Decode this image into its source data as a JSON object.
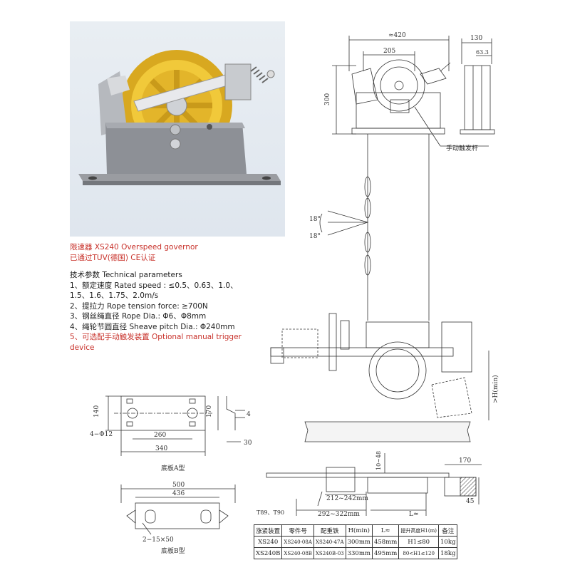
{
  "product": {
    "title_line1": "限速器 XS240 Overspeed governor",
    "title_line2": "已通过TUV(德国) CE认证"
  },
  "specs": {
    "heading": "技术参数  Technical parameters",
    "items": [
      "1、额定速度  Rated speed : ≤0.5、0.63、1.0、",
      "1.5、1.6、1.75、2.0m/s",
      "2、提拉力  Rope tension force: ≥700N",
      "3、钢丝绳直径  Rope Dia.: Φ6、Φ8mm",
      "4、绳轮节圆直径  Sheave pitch Dia.: Φ240mm"
    ],
    "optional_line1": "5、可选配手动触发装置 Optional manual trigger",
    "optional_line2": "device"
  },
  "drawing": {
    "dim_420": "≈420",
    "dim_205": "205",
    "dim_300": "300",
    "dim_130": "130",
    "dim_633": "63.3",
    "manual_trigger": "手动触发杆",
    "angle_top": "18°",
    "angle_bottom": "18°",
    "h_min": ">H(min)",
    "plate_a_label": "底板A型",
    "plate_b_label": "底板B型",
    "pa_140": "140",
    "pa_holes": "4−Φ12",
    "pa_260": "260",
    "pa_340": "340",
    "pa_170": "170",
    "pa_4": "4",
    "pa_30": "30",
    "pb_500": "500",
    "pb_436": "436",
    "pb_slots": "2−15×50",
    "b_1048": "10~48",
    "b_170": "170",
    "b_45": "45",
    "b_212": "212~242mm",
    "b_292": "292~322mm",
    "b_l": "L≈",
    "b_t89": "T89、T90"
  },
  "table": {
    "headers": [
      "涨紧装置",
      "零件号",
      "配重铁",
      "H(min)",
      "L≈",
      "提升高度H1(m)",
      "备注"
    ],
    "rows": [
      [
        "XS240",
        "XS240-08A",
        "XS240-47A",
        "300mm",
        "458mm",
        "H1≤80",
        "10kg"
      ],
      [
        "XS240B",
        "XS240-08B",
        "XS240B-03",
        "330mm",
        "495mm",
        "80<H1≤120",
        "18kg"
      ]
    ]
  },
  "colors": {
    "accent_red": "#c8322b",
    "housing_gray": "#8d9096",
    "sheave_yellow": "#e6b726"
  }
}
